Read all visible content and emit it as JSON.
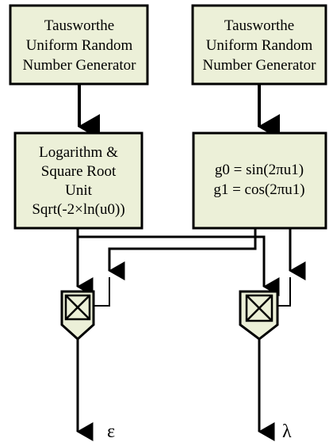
{
  "colors": {
    "block_fill": "#ecf0d8",
    "stroke": "#000000",
    "background": "#ffffff"
  },
  "blocks": {
    "urng_left": {
      "lines": [
        "Tausworthe",
        "Uniform Random",
        "Number Generator"
      ]
    },
    "urng_right": {
      "lines": [
        "Tausworthe",
        "Uniform Random",
        "Number Generator"
      ]
    },
    "log_sqrt_unit": {
      "lines": [
        "Logarithm &",
        "Square Root",
        "Unit",
        "Sqrt(-2×ln(u0))"
      ]
    },
    "trig_unit": {
      "lines": [
        "g0 = sin(2πu1)",
        "g1 = cos(2πu1)"
      ]
    }
  },
  "multipliers": {
    "left": {
      "icon": "multiplier-cross-icon"
    },
    "right": {
      "icon": "multiplier-cross-icon"
    }
  },
  "outputs": {
    "epsilon": "ε",
    "lambda": "λ"
  }
}
